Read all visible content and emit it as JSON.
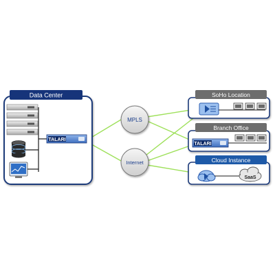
{
  "data_center": {
    "title": "Data Center",
    "appliance_label": "TALARI"
  },
  "networks": {
    "mpls": "MPLS",
    "internet": "Internet"
  },
  "soho": {
    "title": "SoHo Location"
  },
  "branch": {
    "title": "Branch Office",
    "appliance_label": "TALARI"
  },
  "cloud": {
    "title": "Cloud Instance",
    "saas_label": "SaaS"
  },
  "colors": {
    "link_green": "#9ee05a",
    "dc_header": "#16347a",
    "gray_header": "#6d6d6d",
    "cloud_header": "#1e5aa8",
    "appliance_blue": "#5b8fd6",
    "panel_border": "#1f3a7a"
  }
}
